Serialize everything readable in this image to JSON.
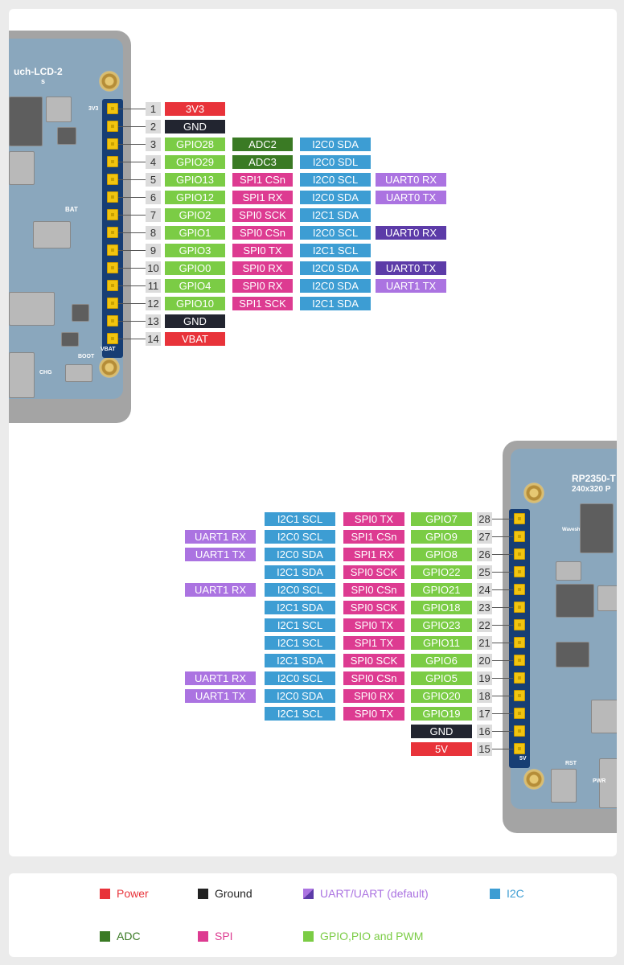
{
  "top_board": {
    "model_text": "uch-LCD-2",
    "sub_text": "s",
    "bat_label": "BAT",
    "boot_label": "BOOT",
    "chg_label": "CHG",
    "vbat_label": "VBAT",
    "v3_label": "3V3"
  },
  "bottom_board": {
    "model_text": "RP2350-T",
    "sub_text": "240x320 P",
    "brand_text": "Waveshare",
    "rst_label": "RST",
    "pwr_label": "PWR",
    "v5_label": "5V"
  },
  "top_pins": [
    {
      "num": "1",
      "labels": [
        {
          "text": "3V3",
          "type": "power"
        }
      ]
    },
    {
      "num": "2",
      "labels": [
        {
          "text": "GND",
          "type": "ground"
        }
      ]
    },
    {
      "num": "3",
      "labels": [
        {
          "text": "GPIO28",
          "type": "gpio"
        },
        {
          "text": "ADC2",
          "type": "adc"
        },
        {
          "text": "I2C0 SDA",
          "type": "i2c"
        }
      ]
    },
    {
      "num": "4",
      "labels": [
        {
          "text": "GPIO29",
          "type": "gpio"
        },
        {
          "text": "ADC3",
          "type": "adc"
        },
        {
          "text": "I2C0 SDL",
          "type": "i2c"
        }
      ]
    },
    {
      "num": "5",
      "labels": [
        {
          "text": "GPIO13",
          "type": "gpio"
        },
        {
          "text": "SPI1 CSn",
          "type": "spi"
        },
        {
          "text": "I2C0 SCL",
          "type": "i2c"
        },
        {
          "text": "UART0 RX",
          "type": "uart"
        }
      ]
    },
    {
      "num": "6",
      "labels": [
        {
          "text": "GPIO12",
          "type": "gpio"
        },
        {
          "text": "SPI1 RX",
          "type": "spi"
        },
        {
          "text": "I2C0 SDA",
          "type": "i2c"
        },
        {
          "text": "UART0 TX",
          "type": "uart"
        }
      ]
    },
    {
      "num": "7",
      "labels": [
        {
          "text": "GPIO2",
          "type": "gpio"
        },
        {
          "text": "SPI0 SCK",
          "type": "spi"
        },
        {
          "text": "I2C1 SDA",
          "type": "i2c"
        }
      ]
    },
    {
      "num": "8",
      "labels": [
        {
          "text": "GPIO1",
          "type": "gpio"
        },
        {
          "text": "SPI0 CSn",
          "type": "spi"
        },
        {
          "text": "I2C0 SCL",
          "type": "i2c"
        },
        {
          "text": "UART0 RX",
          "type": "uartd"
        }
      ]
    },
    {
      "num": "9",
      "labels": [
        {
          "text": "GPIO3",
          "type": "gpio"
        },
        {
          "text": "SPI0 TX",
          "type": "spi"
        },
        {
          "text": "I2C1 SCL",
          "type": "i2c"
        }
      ]
    },
    {
      "num": "10",
      "labels": [
        {
          "text": "GPIO0",
          "type": "gpio"
        },
        {
          "text": "SPI0 RX",
          "type": "spi"
        },
        {
          "text": "I2C0 SDA",
          "type": "i2c"
        },
        {
          "text": "UART0 TX",
          "type": "uartd"
        }
      ]
    },
    {
      "num": "11",
      "labels": [
        {
          "text": "GPIO4",
          "type": "gpio"
        },
        {
          "text": "SPI0 RX",
          "type": "spi"
        },
        {
          "text": "I2C0 SDA",
          "type": "i2c"
        },
        {
          "text": "UART1 TX",
          "type": "uart"
        }
      ]
    },
    {
      "num": "12",
      "labels": [
        {
          "text": "GPIO10",
          "type": "gpio"
        },
        {
          "text": "SPI1 SCK",
          "type": "spi"
        },
        {
          "text": "I2C1 SDA",
          "type": "i2c"
        }
      ]
    },
    {
      "num": "13",
      "labels": [
        {
          "text": "GND",
          "type": "ground"
        }
      ]
    },
    {
      "num": "14",
      "labels": [
        {
          "text": "VBAT",
          "type": "power"
        }
      ]
    }
  ],
  "bottom_pins": [
    {
      "num": "28",
      "labels": [
        {
          "text": "GPIO7",
          "type": "gpio"
        },
        {
          "text": "SPI0 TX",
          "type": "spi"
        },
        {
          "text": "I2C1 SCL",
          "type": "i2c"
        }
      ]
    },
    {
      "num": "27",
      "labels": [
        {
          "text": "GPIO9",
          "type": "gpio"
        },
        {
          "text": "SPI1 CSn",
          "type": "spi"
        },
        {
          "text": "I2C0 SCL",
          "type": "i2c"
        },
        {
          "text": "UART1 RX",
          "type": "uart"
        }
      ]
    },
    {
      "num": "26",
      "labels": [
        {
          "text": "GPIO8",
          "type": "gpio"
        },
        {
          "text": "SPI1 RX",
          "type": "spi"
        },
        {
          "text": "I2C0 SDA",
          "type": "i2c"
        },
        {
          "text": "UART1 TX",
          "type": "uart"
        }
      ]
    },
    {
      "num": "25",
      "labels": [
        {
          "text": "GPIO22",
          "type": "gpio"
        },
        {
          "text": "SPI0 SCK",
          "type": "spi"
        },
        {
          "text": "I2C1 SDA",
          "type": "i2c"
        }
      ]
    },
    {
      "num": "24",
      "labels": [
        {
          "text": "GPIO21",
          "type": "gpio"
        },
        {
          "text": "SPI0 CSn",
          "type": "spi"
        },
        {
          "text": "I2C0 SCL",
          "type": "i2c"
        },
        {
          "text": "UART1 RX",
          "type": "uart"
        }
      ]
    },
    {
      "num": "23",
      "labels": [
        {
          "text": "GPIO18",
          "type": "gpio"
        },
        {
          "text": "SPI0 SCK",
          "type": "spi"
        },
        {
          "text": "I2C1 SDA",
          "type": "i2c"
        }
      ]
    },
    {
      "num": "22",
      "labels": [
        {
          "text": "GPIO23",
          "type": "gpio"
        },
        {
          "text": "SPI0 TX",
          "type": "spi"
        },
        {
          "text": "I2C1 SCL",
          "type": "i2c"
        }
      ]
    },
    {
      "num": "21",
      "labels": [
        {
          "text": "GPIO11",
          "type": "gpio"
        },
        {
          "text": "SPI1 TX",
          "type": "spi"
        },
        {
          "text": "I2C1 SCL",
          "type": "i2c"
        }
      ]
    },
    {
      "num": "20",
      "labels": [
        {
          "text": "GPIO6",
          "type": "gpio"
        },
        {
          "text": "SPI0 SCK",
          "type": "spi"
        },
        {
          "text": "I2C1 SDA",
          "type": "i2c"
        }
      ]
    },
    {
      "num": "19",
      "labels": [
        {
          "text": "GPIO5",
          "type": "gpio"
        },
        {
          "text": "SPI0 CSn",
          "type": "spi"
        },
        {
          "text": "I2C0 SCL",
          "type": "i2c"
        },
        {
          "text": "UART1 RX",
          "type": "uart"
        }
      ]
    },
    {
      "num": "18",
      "labels": [
        {
          "text": "GPIO20",
          "type": "gpio"
        },
        {
          "text": "SPI0 RX",
          "type": "spi"
        },
        {
          "text": "I2C0 SDA",
          "type": "i2c"
        },
        {
          "text": "UART1 TX",
          "type": "uart"
        }
      ]
    },
    {
      "num": "17",
      "labels": [
        {
          "text": "GPIO19",
          "type": "gpio"
        },
        {
          "text": "SPI0 TX",
          "type": "spi"
        },
        {
          "text": "I2C1 SCL",
          "type": "i2c"
        }
      ]
    },
    {
      "num": "16",
      "labels": [
        {
          "text": "GND",
          "type": "ground"
        }
      ]
    },
    {
      "num": "15",
      "labels": [
        {
          "text": "5V",
          "type": "power"
        }
      ]
    }
  ],
  "legend": [
    {
      "text": "Power",
      "type": "power",
      "color": "#e8333a"
    },
    {
      "text": "Ground",
      "type": "ground",
      "color": "#222222"
    },
    {
      "text": "UART/UART (default)",
      "type": "uart",
      "color": "#ab73e1"
    },
    {
      "text": "I2C",
      "type": "i2c",
      "color": "#3d9dd3"
    },
    {
      "text": "ADC",
      "type": "adc",
      "color": "#3a7a24"
    },
    {
      "text": "SPI",
      "type": "spi",
      "color": "#dd3b91"
    },
    {
      "text": "GPIO,PIO and PWM",
      "type": "gpio",
      "color": "#7bcc45"
    }
  ]
}
